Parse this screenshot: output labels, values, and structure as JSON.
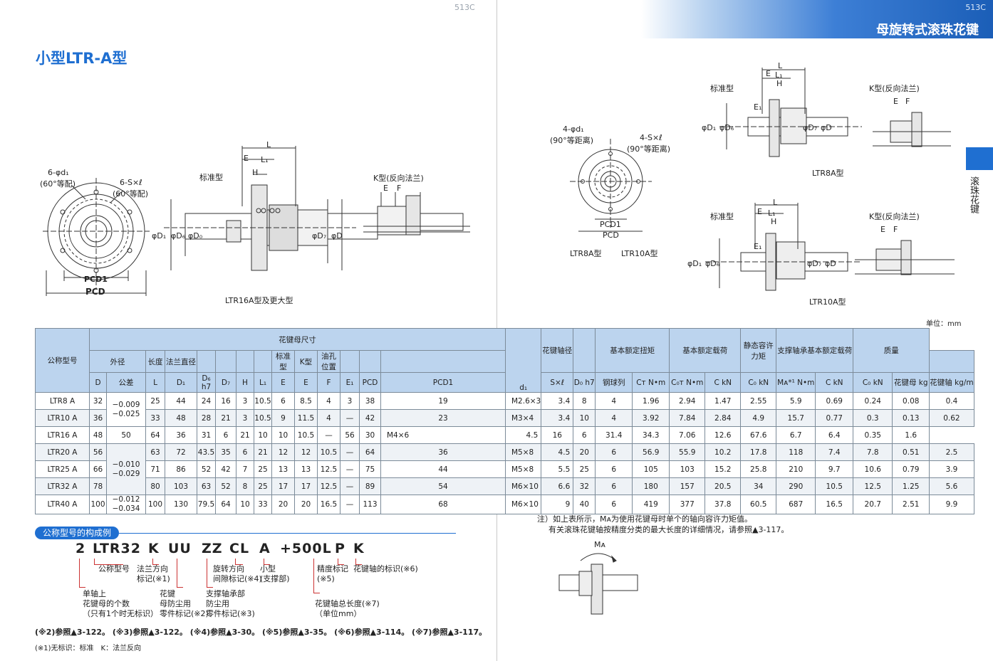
{
  "page_left": "513C",
  "page_right": "513C",
  "header_title": "母旋转式滚珠花键",
  "section_title": "小型LTR-A型",
  "side_tab": "滚珠花键",
  "drawing_labels": {
    "l_6phi": "6-φd₁",
    "l_60a": "(60°等配)",
    "l_6S": "6-S×ℓ",
    "l_60b": "(60°等配)",
    "l_pcd1": "PCD1",
    "l_pcd": "PCD",
    "l_std": "标准型",
    "l_k": "K型(反向法兰)",
    "l_L": "L",
    "l_E": "E",
    "l_L1": "L₁",
    "l_H": "H",
    "l_phiD1": "φD₁",
    "l_phiD6": "φD₆",
    "l_phiD0": "φD₀",
    "l_phiD7": "φD₇",
    "l_phiD": "φD",
    "l_EF_E": "E",
    "l_EF_F": "F",
    "l_ltr16": "LTR16A型及更大型",
    "r_4phi": "4-φd₁",
    "r_90a": "(90°等距离)",
    "r_4S": "4-S×ℓ",
    "r_90b": "(90°等距离)",
    "r_pcd1": "PCD1",
    "r_pcd": "PCD",
    "r_ltr8": "LTR8A型",
    "r_ltr10": "LTR10A型",
    "r_std1": "标准型",
    "r_k1": "K型(反向法兰)",
    "r_ltr8a": "LTR8A型",
    "r_std2": "标准型",
    "r_k2": "K型(反向法兰)",
    "r_ltr10a": "LTR10A型",
    "r_L": "L",
    "r_E": "E",
    "r_L1": "L₁",
    "r_H": "H",
    "r_E1": "E₁",
    "r_phiD1": "φD₁",
    "r_phiD6": "φD₆",
    "r_phiD7": "φD₇",
    "r_phiD": "φD",
    "r_EF_E": "E",
    "r_EF_F": "F",
    "ma": "Mᴀ"
  },
  "unit": "单位：mm",
  "table": {
    "h_model": "公称型号",
    "h_nut": "花键母尺寸",
    "h_shaft": "花键轴径",
    "h_torque": "基本额定扭矩",
    "h_load": "基本额定载荷",
    "h_static": "静态容许力矩",
    "h_bearing": "支撑轴承基本额定载荷",
    "h_mass": "质量",
    "h_od": "外径",
    "h_len": "长度",
    "h_flange": "法兰直径",
    "h_std": "标准型",
    "h_k": "K型",
    "h_oil": "油孔位置",
    "h_balls": "钢球列",
    "h_D": "D",
    "h_tol": "公差",
    "h_L": "L",
    "h_D1": "D₁",
    "h_D6": "D₆ h7",
    "h_D7": "D₇",
    "h_H": "H",
    "h_L1": "L₁",
    "h_E": "E",
    "h_Ek": "E",
    "h_F": "F",
    "h_E1": "E₁",
    "h_PCD": "PCD",
    "h_PCD1": "PCD1",
    "h_Sl": "S×ℓ",
    "h_d1": "d₁",
    "h_D0": "D₀ h7",
    "h_CT": "Cᴛ N•m",
    "h_C0T": "C₀ᴛ N•m",
    "h_C": "C kN",
    "h_C0": "C₀ kN",
    "h_MA": "Mᴀ*¹ N•m",
    "h_Cb": "C kN",
    "h_C0b": "C₀ kN",
    "h_nutmass": "花键母 kg",
    "h_shaftmass": "花键轴 kg/m",
    "rows": [
      [
        "LTR8 A",
        "32",
        "25",
        "44",
        "24",
        "16",
        "3",
        "10.5",
        "6",
        "8.5",
        "4",
        "3",
        "38",
        "19",
        "M2.6×3",
        "3.4",
        "8",
        "4",
        "1.96",
        "2.94",
        "1.47",
        "2.55",
        "5.9",
        "0.69",
        "0.24",
        "0.08",
        "0.4"
      ],
      [
        "LTR10 A",
        "36",
        "33",
        "48",
        "28",
        "21",
        "3",
        "10.5",
        "9",
        "11.5",
        "4",
        "—",
        "42",
        "23",
        "M3×4",
        "3.4",
        "10",
        "4",
        "3.92",
        "7.84",
        "2.84",
        "4.9",
        "15.7",
        "0.77",
        "0.3",
        "0.13",
        "0.62"
      ],
      [
        "LTR16 A",
        "48",
        "50",
        "64",
        "36",
        "31",
        "6",
        "21",
        "10",
        "10",
        "10.5",
        "—",
        "56",
        "30",
        "M4×6",
        "4.5",
        "16",
        "6",
        "31.4",
        "34.3",
        "7.06",
        "12.6",
        "67.6",
        "6.7",
        "6.4",
        "0.35",
        "1.6"
      ],
      [
        "LTR20 A",
        "56",
        "63",
        "72",
        "43.5",
        "35",
        "6",
        "21",
        "12",
        "12",
        "10.5",
        "—",
        "64",
        "36",
        "M5×8",
        "4.5",
        "20",
        "6",
        "56.9",
        "55.9",
        "10.2",
        "17.8",
        "118",
        "7.4",
        "7.8",
        "0.51",
        "2.5"
      ],
      [
        "LTR25 A",
        "66",
        "71",
        "86",
        "52",
        "42",
        "7",
        "25",
        "13",
        "13",
        "12.5",
        "—",
        "75",
        "44",
        "M5×8",
        "5.5",
        "25",
        "6",
        "105",
        "103",
        "15.2",
        "25.8",
        "210",
        "9.7",
        "10.6",
        "0.79",
        "3.9"
      ],
      [
        "LTR32 A",
        "78",
        "80",
        "103",
        "63",
        "52",
        "8",
        "25",
        "17",
        "17",
        "12.5",
        "—",
        "89",
        "54",
        "M6×10",
        "6.6",
        "32",
        "6",
        "180",
        "157",
        "20.5",
        "34",
        "290",
        "10.5",
        "12.5",
        "1.25",
        "5.6"
      ],
      [
        "LTR40 A",
        "100",
        "100",
        "130",
        "79.5",
        "64",
        "10",
        "33",
        "20",
        "20",
        "16.5",
        "—",
        "113",
        "68",
        "M6×10",
        "9",
        "40",
        "6",
        "419",
        "377",
        "37.8",
        "60.5",
        "687",
        "16.5",
        "20.7",
        "2.51",
        "9.9"
      ]
    ],
    "tol1": "−0.009\n−0.025",
    "tol2": "−0.010\n−0.029",
    "tol3": "−0.012\n−0.034"
  },
  "notes": {
    "n1": "注）如上表所示，Mᴀ为使用花键母时单个的轴向容许力矩值。",
    "n2": "有关滚珠花键轴按精度分类的最大长度的详细情况，请参照▲3-117。"
  },
  "code": {
    "pill": "公称型号的构成例",
    "parts": [
      "2",
      "LTR32",
      "K",
      "UU",
      "ZZ",
      "CL",
      "A",
      "+500L",
      "P",
      "K"
    ],
    "e_model": "公称型号",
    "e_flange": "法兰方向\n标记(※1)",
    "e_rot": "旋转方向\n间隙标记(※4)",
    "e_small": "小型\n(支撑部)",
    "e_acc": "精度标记\n(※5)",
    "e_shaft": "花键轴的标识(※6)",
    "e_count": "单轴上\n花键母的个数\n（只有1个时无标识）",
    "e_seal": "花键\n母防尘用\n零件标记(※2)",
    "e_bseal": "支撑轴承部\n防尘用\n零件标记(※3)",
    "e_total": "花键轴总长度(※7)\n（单位mm）"
  },
  "refs": "(※2)参照▲3-122。 (※3)参照▲3-122。 (※4)参照▲3-30。 (※5)参照▲3-35。 (※6)参照▲3-114。 (※7)参照▲3-117。",
  "footnote": "(※1)无标识：标准　K：法兰反向"
}
